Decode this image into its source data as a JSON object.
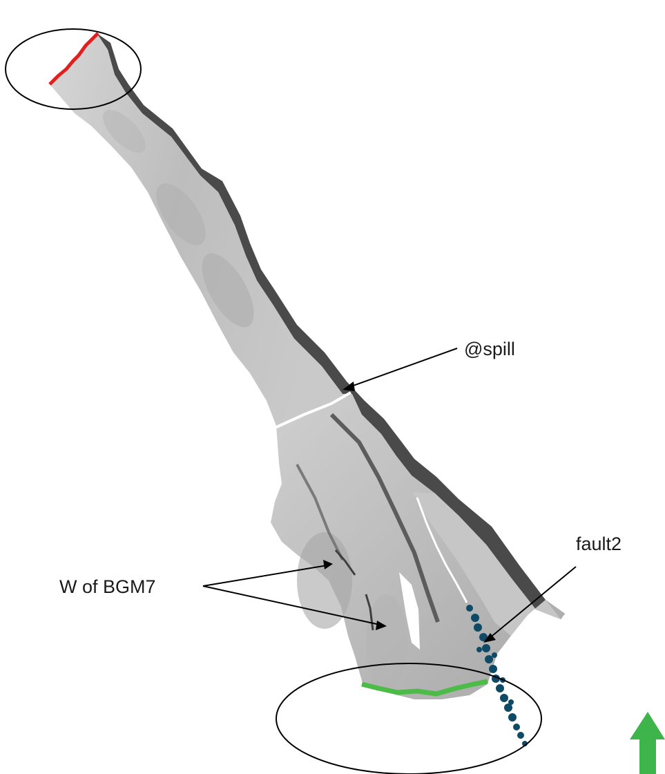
{
  "labels": {
    "spill": "@spill",
    "fault": "fault2",
    "west": "W of BGM7"
  },
  "colors": {
    "background": "#ffffff",
    "surface_light": "#cfcfcf",
    "surface_mid": "#b9b9b9",
    "surface_dark": "#6e6e6e",
    "edge_shadow": "#4a4a4a",
    "spill_line": "#ffffff",
    "top_boundary": "#e02020",
    "bottom_boundary": "#4cbb47",
    "fault_points": "#0e4a66",
    "north_arrow": "#3db54a",
    "annotation": "#000000"
  },
  "icons": {
    "north_arrow": "north-arrow-icon"
  }
}
